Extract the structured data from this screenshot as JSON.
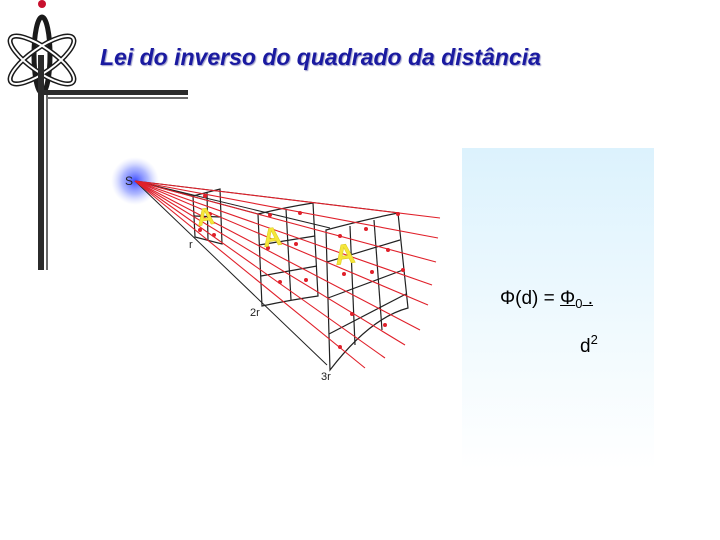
{
  "slide": {
    "title": "Lei do inverso do quadrado da distância"
  },
  "diagram": {
    "source_label": "S",
    "distance_labels": [
      "r",
      "2r",
      "3r"
    ],
    "area_label": "A"
  },
  "formula": {
    "lhs": "Φ(d) = ",
    "numerator_symbol": "Φ",
    "numerator_subscript": "0",
    "numerator_tail": " .",
    "denominator_base": "d",
    "denominator_exp": "2"
  },
  "colors": {
    "title": "#1a1aa0",
    "rays": "#e0202a",
    "grid": "#222222",
    "area_letter": "#f5e63a",
    "source_glow": "#5a6cff",
    "panel": "#dcf2fd"
  },
  "logo": {
    "icon": "atom-icon"
  }
}
